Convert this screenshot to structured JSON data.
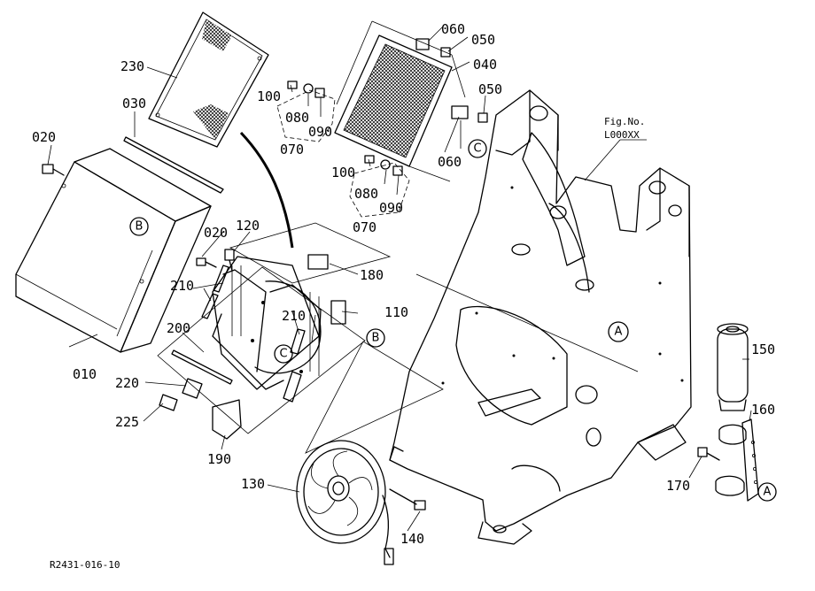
{
  "fig": {
    "no_label": "Fig.No.",
    "no_value": "L000XX"
  },
  "drawing_code": "R2431-016-10",
  "parts": [
    {
      "id": "p230",
      "text": "230"
    },
    {
      "id": "p030",
      "text": "030"
    },
    {
      "id": "p020a",
      "text": "020"
    },
    {
      "id": "p020b",
      "text": "020"
    },
    {
      "id": "p120",
      "text": "120"
    },
    {
      "id": "p210a",
      "text": "210"
    },
    {
      "id": "p210b",
      "text": "210"
    },
    {
      "id": "p200",
      "text": "200"
    },
    {
      "id": "p220",
      "text": "220"
    },
    {
      "id": "p225",
      "text": "225"
    },
    {
      "id": "p190",
      "text": "190"
    },
    {
      "id": "p010",
      "text": "010"
    },
    {
      "id": "p180",
      "text": "180"
    },
    {
      "id": "p110",
      "text": "110"
    },
    {
      "id": "p130",
      "text": "130"
    },
    {
      "id": "p140",
      "text": "140"
    },
    {
      "id": "p060a",
      "text": "060"
    },
    {
      "id": "p050a",
      "text": "050"
    },
    {
      "id": "p040",
      "text": "040"
    },
    {
      "id": "p050b",
      "text": "050"
    },
    {
      "id": "p060b",
      "text": "060"
    },
    {
      "id": "p100a",
      "text": "100"
    },
    {
      "id": "p080a",
      "text": "080"
    },
    {
      "id": "p090a",
      "text": "090"
    },
    {
      "id": "p070a",
      "text": "070"
    },
    {
      "id": "p100b",
      "text": "100"
    },
    {
      "id": "p080b",
      "text": "080"
    },
    {
      "id": "p090b",
      "text": "090"
    },
    {
      "id": "p070b",
      "text": "070"
    },
    {
      "id": "p150",
      "text": "150"
    },
    {
      "id": "p160",
      "text": "160"
    },
    {
      "id": "p170",
      "text": "170"
    }
  ],
  "refs": [
    {
      "id": "refB1",
      "text": "B"
    },
    {
      "id": "refB2",
      "text": "B"
    },
    {
      "id": "refC1",
      "text": "C"
    },
    {
      "id": "refC2",
      "text": "C"
    },
    {
      "id": "refA1",
      "text": "A"
    },
    {
      "id": "refA2",
      "text": "A"
    }
  ]
}
